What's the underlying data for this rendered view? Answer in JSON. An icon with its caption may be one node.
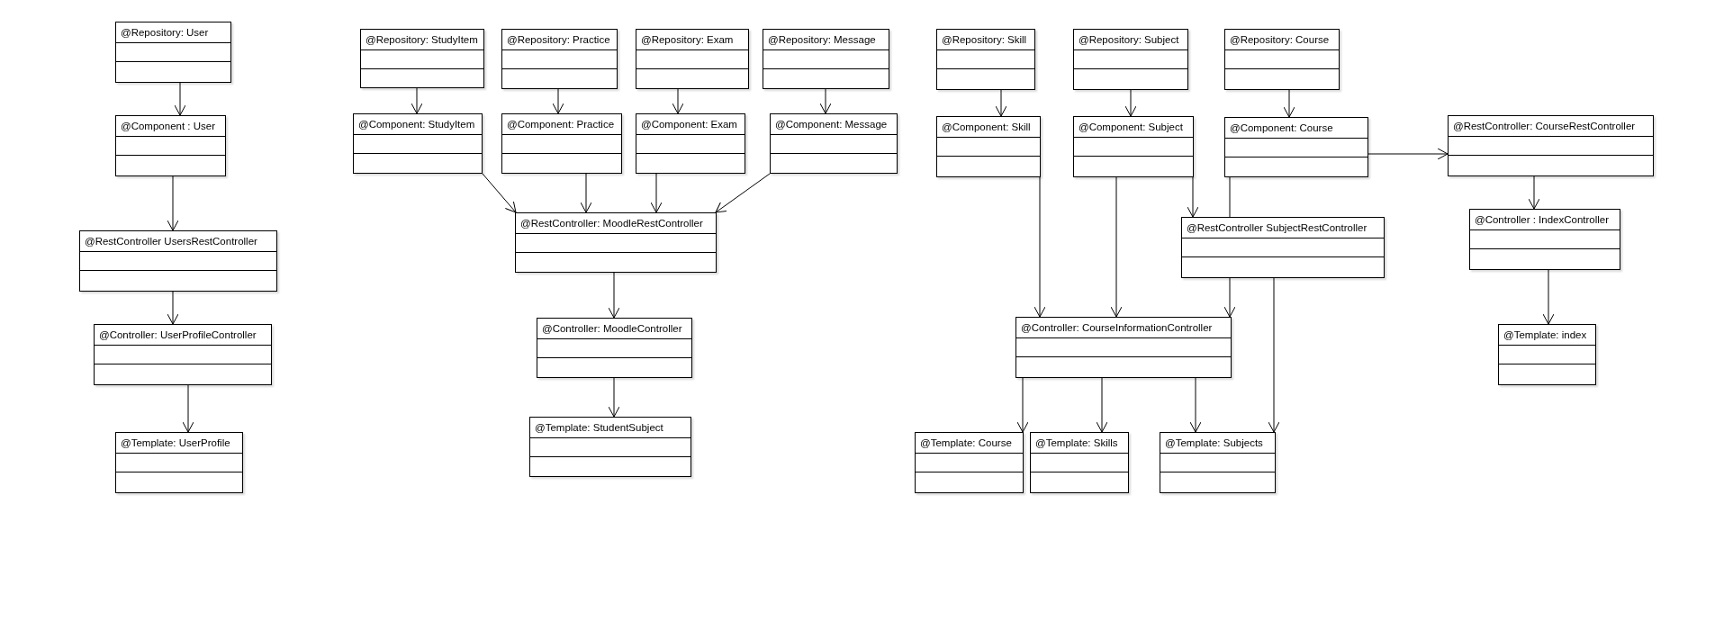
{
  "diagram": {
    "nodes": [
      {
        "text": [
          "@Repository: User"
        ]
      },
      {
        "text": [
          "@Component : User"
        ]
      },
      {
        "text": [
          "@RestController UsersRestController"
        ]
      },
      {
        "text": [
          "@Controller: UserProfileController"
        ]
      },
      {
        "text": [
          "@Template: UserProfile"
        ]
      },
      {
        "text": [
          "@Repository: StudyItem"
        ]
      },
      {
        "text": [
          "@Repository: Practice"
        ]
      },
      {
        "text": [
          "@Repository: Exam"
        ]
      },
      {
        "text": [
          "@Repository: Message"
        ]
      },
      {
        "text": [
          "@Component: StudyItem"
        ]
      },
      {
        "text": [
          "@Component: Practice"
        ]
      },
      {
        "text": [
          "@Component: Exam"
        ]
      },
      {
        "text": [
          "@Component: Message"
        ]
      },
      {
        "text": [
          "@RestController: MoodleRestController"
        ]
      },
      {
        "text": [
          "@Controller: MoodleController"
        ]
      },
      {
        "text": [
          "@Template: StudentSubject"
        ]
      },
      {
        "text": [
          "@Repository: Skill"
        ]
      },
      {
        "text": [
          "@Repository: Subject"
        ]
      },
      {
        "text": [
          "@Repository: Course"
        ]
      },
      {
        "text": [
          "@Component: Skill"
        ]
      },
      {
        "text": [
          "@Component: Subject"
        ]
      },
      {
        "text": [
          "@Component: Course"
        ]
      },
      {
        "text": [
          "@RestController: CourseRestController"
        ]
      },
      {
        "text": [
          "@RestController SubjectRestController"
        ]
      },
      {
        "text": [
          "@Controller : IndexController"
        ]
      },
      {
        "text": [
          "@Controller: CourseInformationController"
        ]
      },
      {
        "text": [
          "@Template: index"
        ]
      },
      {
        "text": [
          "@Template: Course"
        ]
      },
      {
        "text": [
          "@Template: Skills"
        ]
      },
      {
        "text": [
          "@Template: Subjects"
        ]
      }
    ],
    "edges": [
      {
        "from": 0,
        "to": 1,
        "arrow": "to"
      },
      {
        "from": 1,
        "to": 2,
        "arrow": "to"
      },
      {
        "from": 2,
        "to": 3,
        "arrow": "to"
      },
      {
        "from": 3,
        "to": 4,
        "arrow": "to"
      },
      {
        "from": 5,
        "to": 9,
        "arrow": "to"
      },
      {
        "from": 6,
        "to": 10,
        "arrow": "to"
      },
      {
        "from": 7,
        "to": 11,
        "arrow": "to"
      },
      {
        "from": 8,
        "to": 12,
        "arrow": "to"
      },
      {
        "from": 9,
        "to": 13,
        "arrow": "to"
      },
      {
        "from": 10,
        "to": 13,
        "arrow": "to"
      },
      {
        "from": 11,
        "to": 13,
        "arrow": "to"
      },
      {
        "from": 12,
        "to": 13,
        "arrow": "to"
      },
      {
        "from": 13,
        "to": 14,
        "arrow": "to"
      },
      {
        "from": 14,
        "to": 15,
        "arrow": "to"
      },
      {
        "from": 16,
        "to": 19,
        "arrow": "to"
      },
      {
        "from": 17,
        "to": 20,
        "arrow": "to"
      },
      {
        "from": 18,
        "to": 21,
        "arrow": "to"
      },
      {
        "from": 21,
        "to": 22,
        "arrow": "to"
      },
      {
        "from": 19,
        "to": 25,
        "arrow": "to"
      },
      {
        "from": 20,
        "to": 25,
        "arrow": "to"
      },
      {
        "from": 20,
        "to": 23,
        "arrow": "to"
      },
      {
        "from": 21,
        "to": 23,
        "arrow": "none"
      },
      {
        "from": 23,
        "to": 25,
        "arrow": "to"
      },
      {
        "from": 23,
        "to": 29,
        "arrow": "to"
      },
      {
        "from": 25,
        "to": 27,
        "arrow": "to"
      },
      {
        "from": 25,
        "to": 28,
        "arrow": "to"
      },
      {
        "from": 25,
        "to": 29,
        "arrow": "to"
      },
      {
        "from": 22,
        "to": 24,
        "arrow": "to"
      },
      {
        "from": 24,
        "to": 26,
        "arrow": "to"
      }
    ]
  }
}
